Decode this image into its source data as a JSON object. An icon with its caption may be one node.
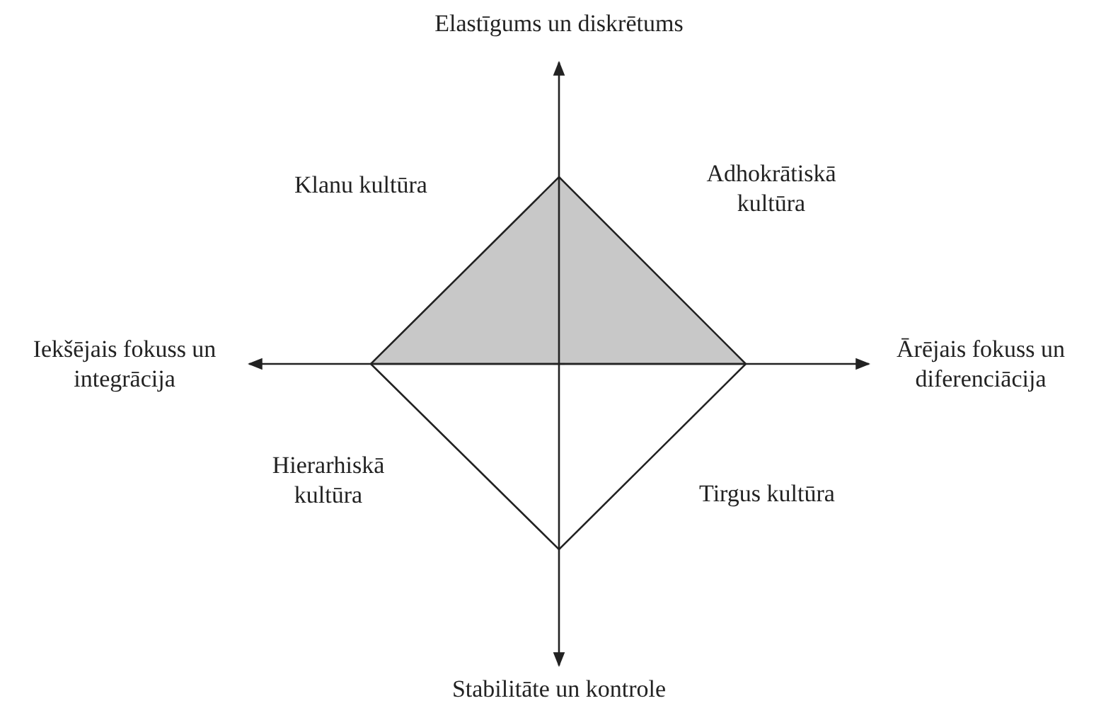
{
  "diagram": {
    "labels": [
      "Elastīgums un diskrētums",
      "Klanu kultūra",
      "Adhokrātiskā kultūra",
      "Iekšējais fokuss un integrācija",
      "Ārējais fokuss un diferenciācija",
      "Hierarhiskā kultūra",
      "Tirgus kultūra",
      "Stabilitāte un kontrole"
    ]
  }
}
